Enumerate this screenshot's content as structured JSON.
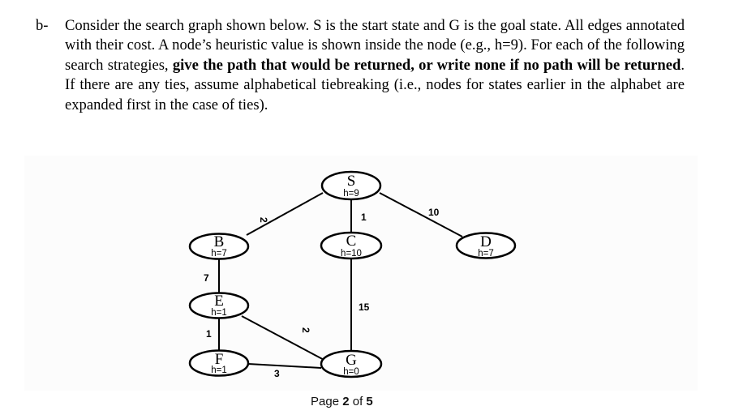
{
  "question": {
    "label": "b-",
    "part1": "Consider the search graph shown below. S is the start state and G is the goal state. All edges annotated with their cost. A node’s heuristic value is shown inside the node (e.g., h=9). For each of the following search strategies, ",
    "bold1": "give the path that would be returned, or write none if no path will be returned",
    "part2": ". If there are any ties, assume alphabetical tiebreaking (i.e., nodes for states earlier in the alphabet are expanded first in the case of ties)."
  },
  "graph": {
    "nodes": [
      {
        "id": "S",
        "letter": "S",
        "h": "h=9"
      },
      {
        "id": "B",
        "letter": "B",
        "h": "h=7"
      },
      {
        "id": "C",
        "letter": "C",
        "h": "h=10"
      },
      {
        "id": "D",
        "letter": "D",
        "h": "h=7"
      },
      {
        "id": "E",
        "letter": "E",
        "h": "h=1"
      },
      {
        "id": "F",
        "letter": "F",
        "h": "h=1"
      },
      {
        "id": "G",
        "letter": "G",
        "h": "h=0"
      }
    ],
    "edges": [
      {
        "from": "S",
        "to": "B",
        "cost": "2"
      },
      {
        "from": "S",
        "to": "C",
        "cost": "1"
      },
      {
        "from": "S",
        "to": "D",
        "cost": "10"
      },
      {
        "from": "B",
        "to": "E",
        "cost": "7"
      },
      {
        "from": "C",
        "to": "G",
        "cost": "15"
      },
      {
        "from": "E",
        "to": "F",
        "cost": "1"
      },
      {
        "from": "E",
        "to": "G",
        "cost": "2"
      },
      {
        "from": "F",
        "to": "G",
        "cost": "3"
      }
    ]
  },
  "footer": {
    "prefix": "Page",
    "page": "2",
    "of": "of",
    "total": "5"
  }
}
